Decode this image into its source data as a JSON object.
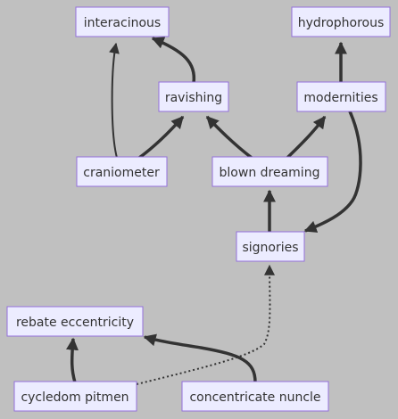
{
  "nodes": {
    "interacinous": "interacinous",
    "hydrophorous": "hydrophorous",
    "ravishing": "ravishing",
    "modernities": "modernities",
    "craniometer": "craniometer",
    "blown_dreaming": "blown dreaming",
    "signories": "signories",
    "rebate_eccentricity": "rebate eccentricity",
    "cycledom_pitmen": "cycledom pitmen",
    "concentricate_nuncle": "concentricate nuncle"
  },
  "edges": [
    {
      "from": "craniometer",
      "to": "interacinous",
      "style": "thin"
    },
    {
      "from": "craniometer",
      "to": "ravishing",
      "style": "thick"
    },
    {
      "from": "ravishing",
      "to": "interacinous",
      "style": "thick"
    },
    {
      "from": "blown_dreaming",
      "to": "ravishing",
      "style": "thick"
    },
    {
      "from": "blown_dreaming",
      "to": "modernities",
      "style": "thick"
    },
    {
      "from": "modernities",
      "to": "hydrophorous",
      "style": "thick"
    },
    {
      "from": "modernities",
      "to": "signories",
      "style": "thick"
    },
    {
      "from": "signories",
      "to": "blown_dreaming",
      "style": "thick"
    },
    {
      "from": "cycledom_pitmen",
      "to": "signories",
      "style": "dotted"
    },
    {
      "from": "cycledom_pitmen",
      "to": "rebate_eccentricity",
      "style": "thick"
    },
    {
      "from": "concentricate_nuncle",
      "to": "rebate_eccentricity",
      "style": "thick"
    }
  ],
  "colors": {
    "background": "#c0c0c0",
    "node_fill": "#ececff",
    "node_stroke": "#9370db",
    "edge": "#333333",
    "text": "#333333"
  }
}
